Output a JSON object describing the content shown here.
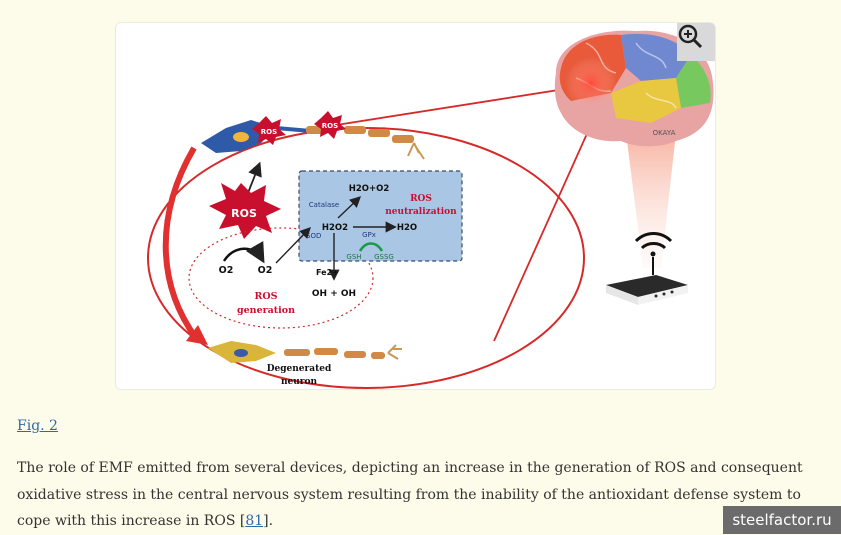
{
  "figure": {
    "diagram": {
      "ros_left": "ROS",
      "ros_neuron": "ROS",
      "ros_axon": "ROS",
      "catalase": "Catalase",
      "water_oxygen": "H2O+O2",
      "neutralization_line1": "ROS",
      "neutralization_line2": "neutralization",
      "sod": "SOD",
      "h2o2": "H2O2",
      "gpx": "GPx",
      "h2o": "H2O",
      "gsh": "GSH",
      "gssg": "GSSG",
      "fe": "Fe2+",
      "o2_a": "O2",
      "o2_b": "O2",
      "oh": "OH + OH",
      "generation_line1": "ROS",
      "generation_line2": "generation",
      "degenerated_line1": "Degenerated",
      "degenerated_line2": "neuron",
      "brain_label": "OKAYA"
    },
    "zoom_icon": "zoom-in-icon",
    "colors": {
      "ros_red": "#c8102e",
      "neutral_box": "#a9c6e4",
      "accent_red": "#d62a2a"
    }
  },
  "fig_link": "Fig. 2",
  "caption": {
    "text": "The role of EMF emitted from several devices, depicting an increase in the generation of ROS and consequent oxidative stress in the central nervous system resulting from the inability of the antioxidant defense system to cope with this increase in ROS [",
    "ref": "81",
    "end": "]."
  },
  "watermark": "steelfactor.ru"
}
